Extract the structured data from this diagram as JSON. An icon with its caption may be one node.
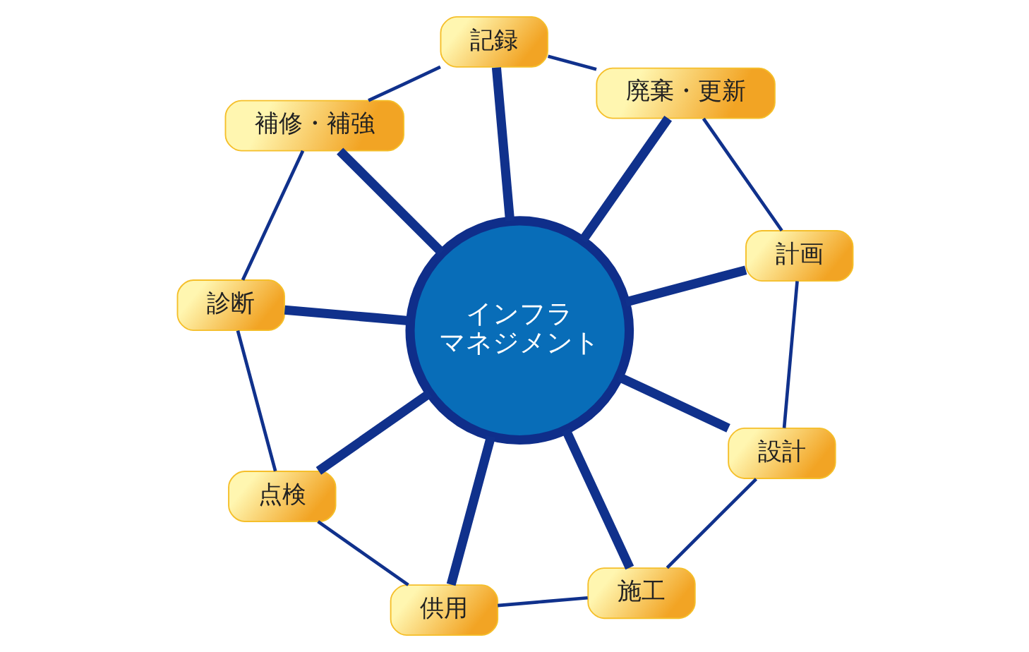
{
  "diagram": {
    "nodes": [
      {
        "text": [
          "インフラマネジメント"
        ]
      },
      {
        "text": [
          "計画"
        ]
      },
      {
        "text": [
          "設計"
        ]
      },
      {
        "text": [
          "施工"
        ]
      },
      {
        "text": [
          "供用"
        ]
      },
      {
        "text": [
          "点検"
        ]
      },
      {
        "text": [
          "診断"
        ]
      },
      {
        "text": [
          "補修・補強"
        ]
      },
      {
        "text": [
          "記録"
        ]
      },
      {
        "text": [
          "廃棄・更新"
        ]
      }
    ],
    "edges": [
      {
        "from": 0,
        "to": 1,
        "arrow": "none",
        "style": "thick"
      },
      {
        "from": 0,
        "to": 2,
        "arrow": "none",
        "style": "thick"
      },
      {
        "from": 0,
        "to": 3,
        "arrow": "none",
        "style": "thick"
      },
      {
        "from": 0,
        "to": 4,
        "arrow": "none",
        "style": "thick"
      },
      {
        "from": 0,
        "to": 5,
        "arrow": "none",
        "style": "thick"
      },
      {
        "from": 0,
        "to": 6,
        "arrow": "none",
        "style": "thick"
      },
      {
        "from": 0,
        "to": 7,
        "arrow": "none",
        "style": "thick"
      },
      {
        "from": 0,
        "to": 8,
        "arrow": "none",
        "style": "thick"
      },
      {
        "from": 0,
        "to": 9,
        "arrow": "none",
        "style": "thick"
      },
      {
        "from": 1,
        "to": 2,
        "arrow": "none"
      },
      {
        "from": 2,
        "to": 3,
        "arrow": "none"
      },
      {
        "from": 3,
        "to": 4,
        "arrow": "none"
      },
      {
        "from": 4,
        "to": 5,
        "arrow": "none"
      },
      {
        "from": 5,
        "to": 6,
        "arrow": "none"
      },
      {
        "from": 6,
        "to": 7,
        "arrow": "none"
      },
      {
        "from": 7,
        "to": 8,
        "arrow": "none"
      },
      {
        "from": 8,
        "to": 9,
        "arrow": "none"
      },
      {
        "from": 9,
        "to": 1,
        "arrow": "none"
      }
    ]
  }
}
